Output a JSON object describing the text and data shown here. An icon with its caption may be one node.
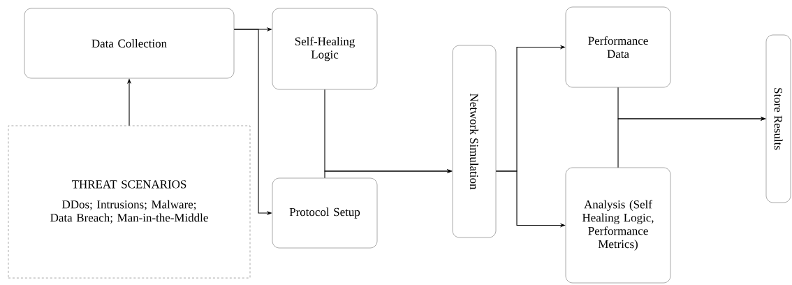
{
  "diagram": {
    "nodes": [
      {
        "text": [
          "Data Collection"
        ]
      },
      {
        "text": [
          "THREAT SCENARIOS",
          "DDos; Intrusions; Malware; Data Breach; Man-in-the-Middle"
        ]
      },
      {
        "text": [
          "Self-Healing Logic"
        ]
      },
      {
        "text": [
          "Protocol Setup"
        ]
      },
      {
        "text": [
          "Network Simulation"
        ]
      },
      {
        "text": [
          "Performance Data"
        ]
      },
      {
        "text": [
          "Analysis (Self Healing Logic, Performance Metrics)"
        ]
      },
      {
        "text": [
          "Store Results"
        ]
      }
    ],
    "edges": [
      {
        "from": 1,
        "to": 0,
        "arrow": "to"
      },
      {
        "from": 0,
        "to": 2,
        "arrow": "to"
      },
      {
        "from": 0,
        "to": 3,
        "arrow": "to"
      },
      {
        "from": 2,
        "to": 4,
        "arrow": "to"
      },
      {
        "from": 3,
        "to": 4,
        "arrow": "to"
      },
      {
        "from": 4,
        "to": 5,
        "arrow": "to"
      },
      {
        "from": 4,
        "to": 6,
        "arrow": "to"
      },
      {
        "from": 5,
        "to": 7,
        "arrow": "to"
      },
      {
        "from": 6,
        "to": 7,
        "arrow": "to"
      }
    ]
  }
}
